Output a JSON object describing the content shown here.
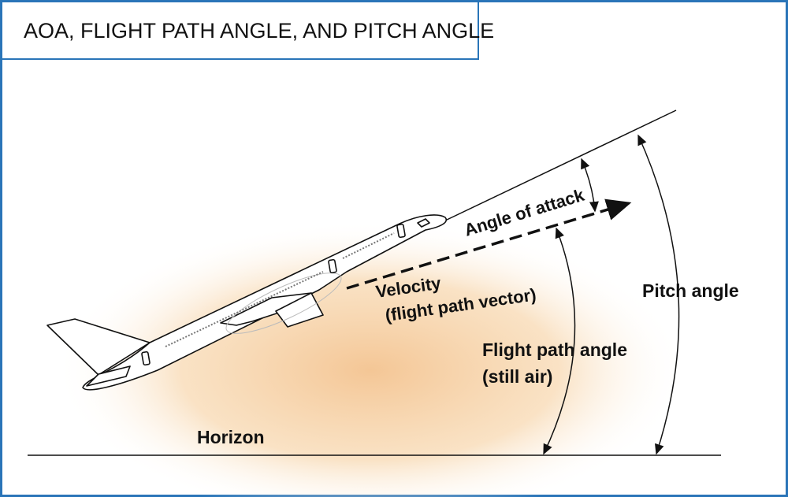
{
  "title": "AOA, FLIGHT PATH ANGLE, AND PITCH ANGLE",
  "labels": {
    "angle_of_attack": "Angle of attack",
    "velocity": "Velocity",
    "velocity_sub": "(flight path vector)",
    "pitch_angle": "Pitch angle",
    "flight_path_angle": "Flight path angle",
    "flight_path_sub": "(still air)",
    "horizon": "Horizon"
  },
  "colors": {
    "frame": "#2a75b8",
    "glow": "#f3b56a"
  }
}
